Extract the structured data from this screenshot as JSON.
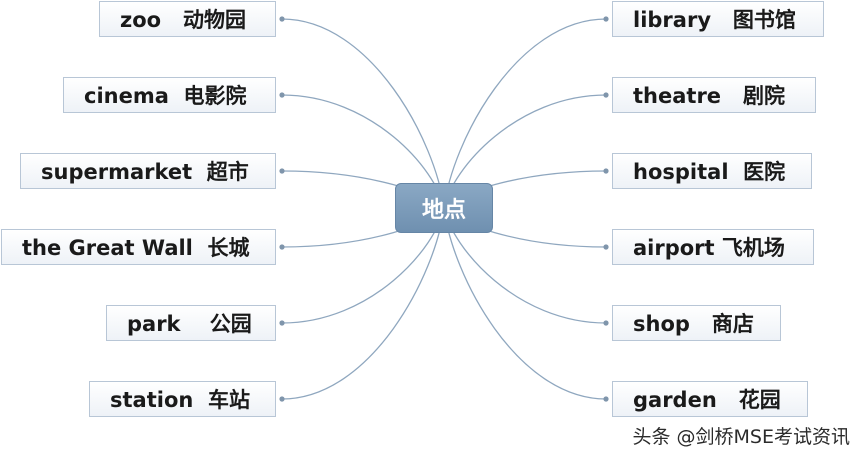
{
  "center": {
    "label": "地点"
  },
  "left_nodes": [
    {
      "label": "zoo   动物园"
    },
    {
      "label": "cinema  电影院"
    },
    {
      "label": "supermarket  超市"
    },
    {
      "label": "the Great Wall  长城"
    },
    {
      "label": "park    公园"
    },
    {
      "label": "station  车站"
    }
  ],
  "right_nodes": [
    {
      "label": "library   图书馆"
    },
    {
      "label": "theatre   剧院"
    },
    {
      "label": "hospital  医院"
    },
    {
      "label": "airport 飞机场"
    },
    {
      "label": "shop   商店"
    },
    {
      "label": "garden   花园"
    }
  ],
  "watermark": "头条 @剑桥MSE考试资讯",
  "colors": {
    "center_fill": "#7c9cbb",
    "link": "#8fa7bf",
    "node_border": "#b8c6d6"
  }
}
